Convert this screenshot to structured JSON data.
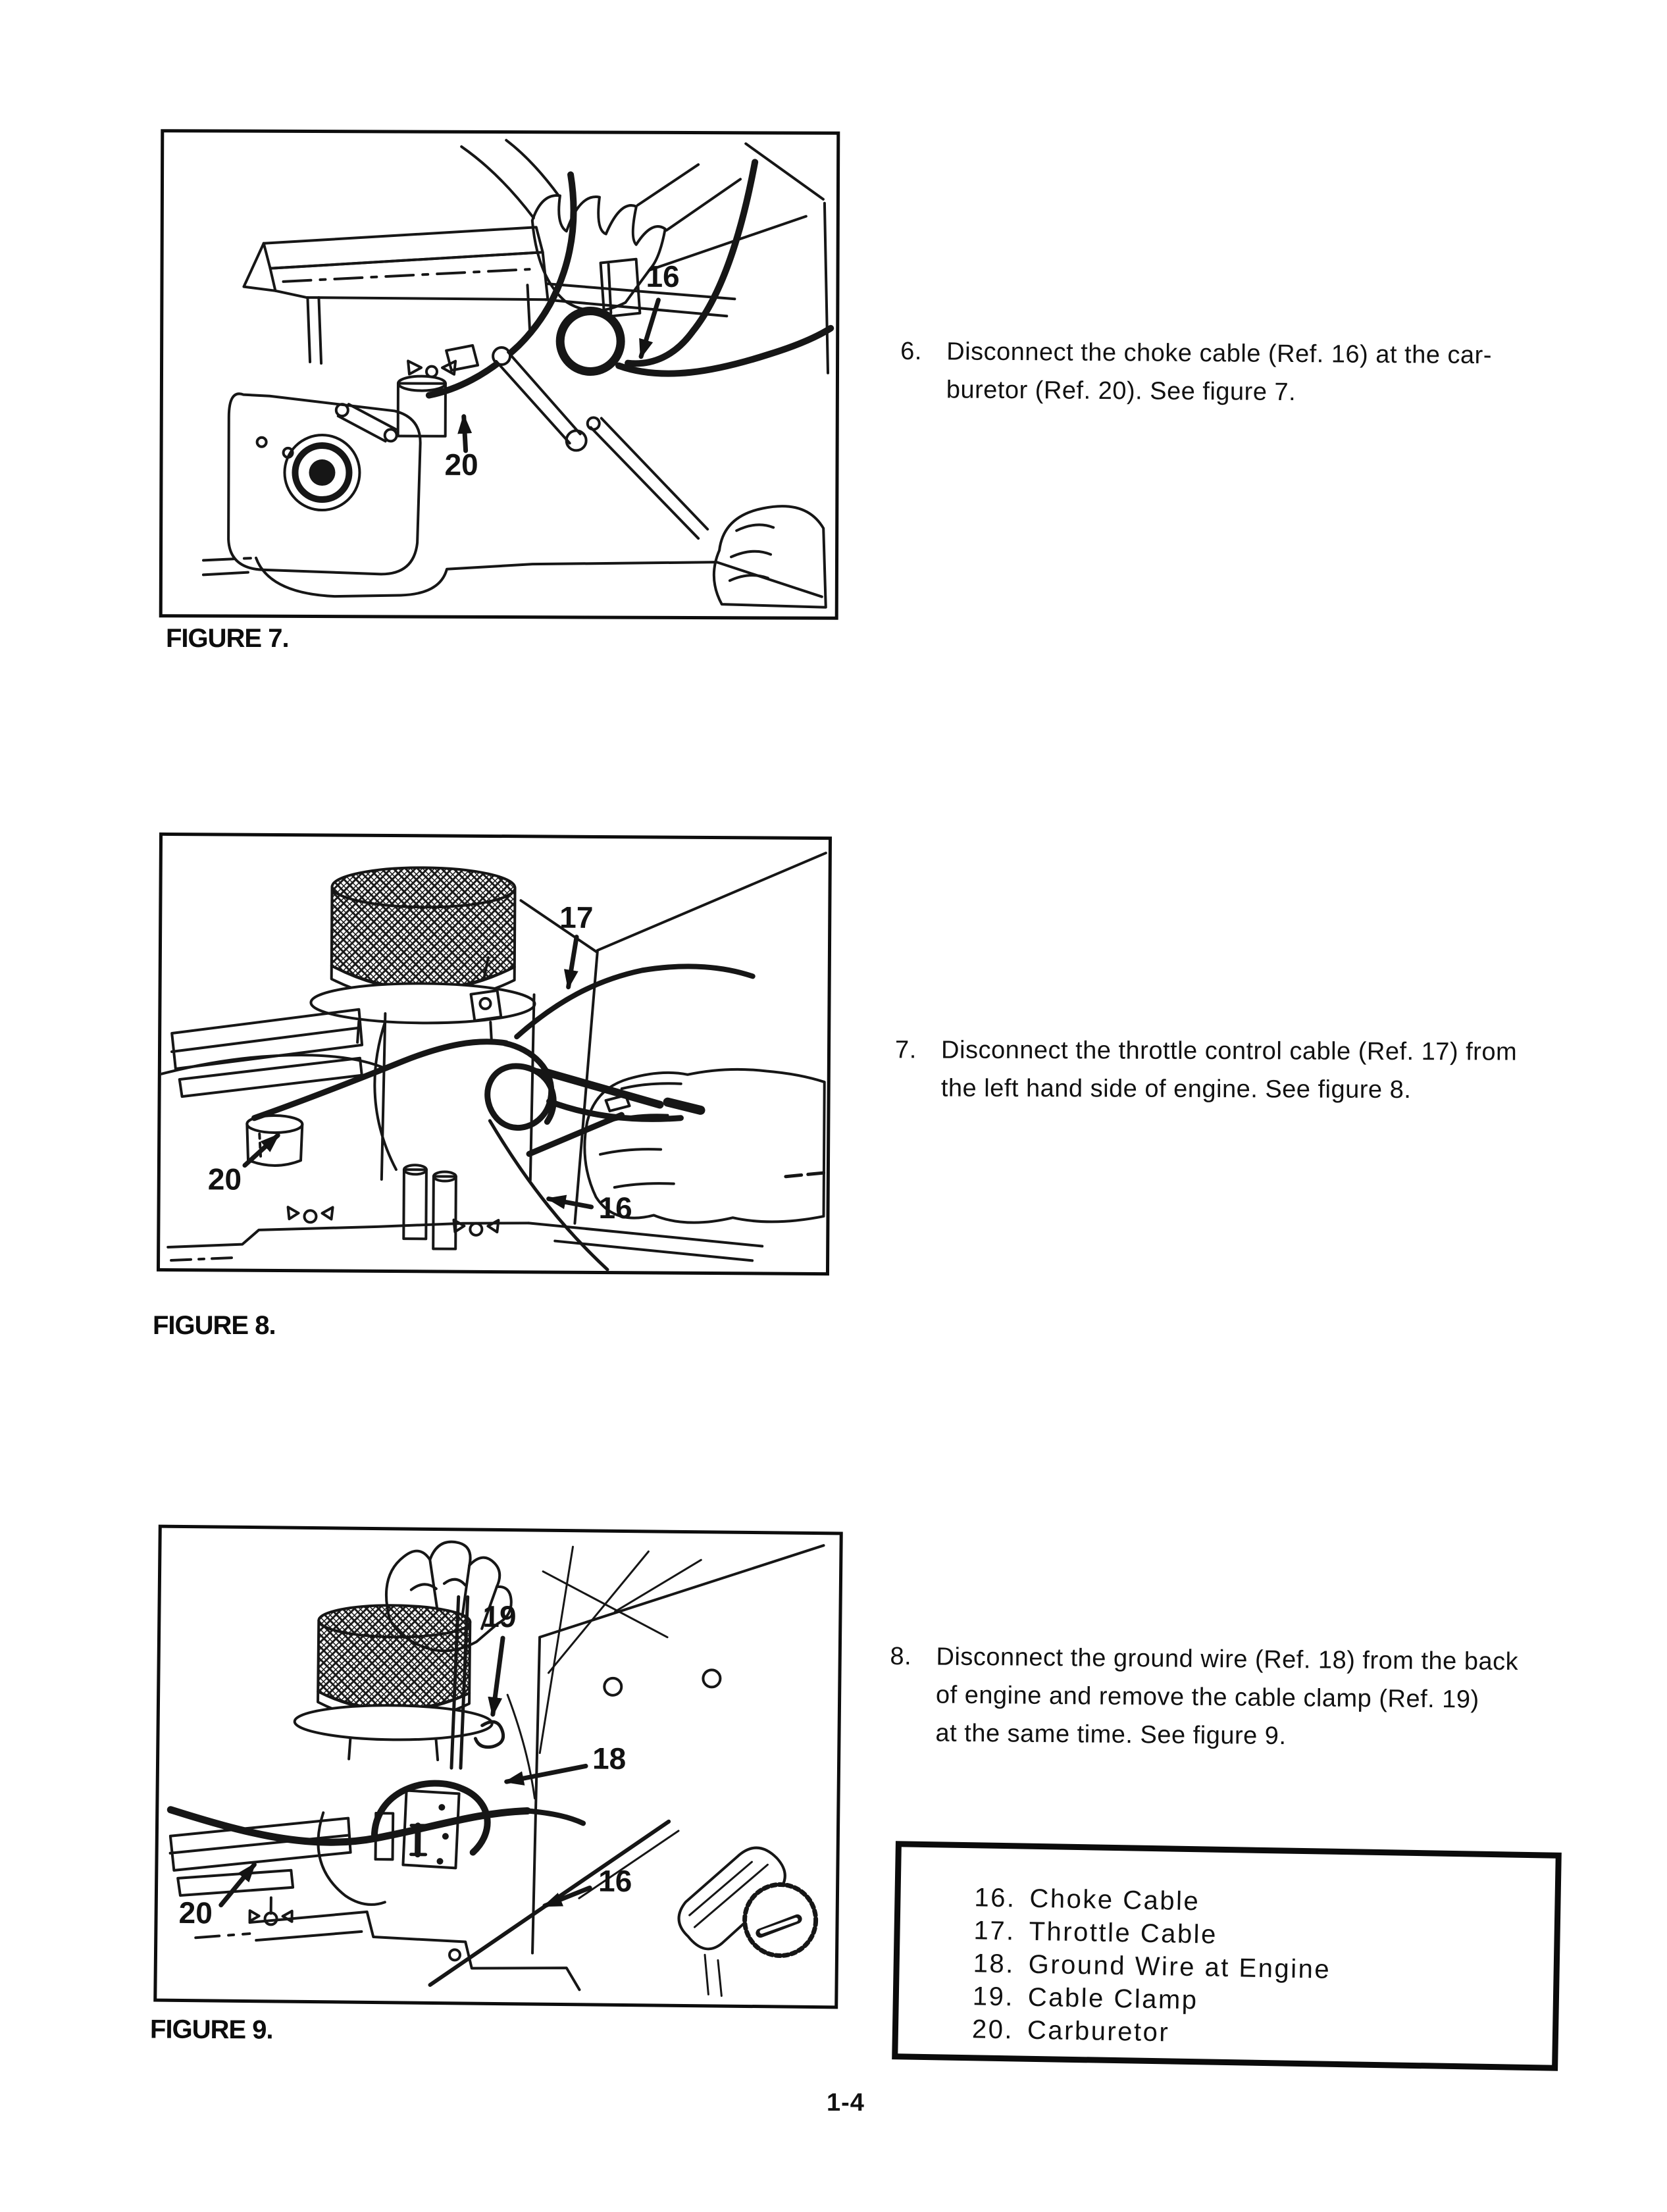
{
  "doc": {
    "page_number": "1-4"
  },
  "figures": [
    {
      "caption": "FIGURE 7.",
      "callouts": [
        "16",
        "20"
      ]
    },
    {
      "caption": "FIGURE 8.",
      "callouts": [
        "17",
        "20",
        "16"
      ]
    },
    {
      "caption": "FIGURE 9.",
      "callouts": [
        "19",
        "18",
        "16",
        "20"
      ]
    }
  ],
  "steps": [
    {
      "number": "6.",
      "line1": "Disconnect the choke cable (Ref. 16) at the car-",
      "line2": "buretor (Ref. 20). See figure 7."
    },
    {
      "number": "7.",
      "line1": "Disconnect the throttle control cable (Ref. 17) from",
      "line2": "the left hand side of engine. See figure 8."
    },
    {
      "number": "8.",
      "line1": "Disconnect the ground wire (Ref. 18) from the back",
      "line2": "of engine and remove the cable clamp (Ref. 19)",
      "line3": "at the same time. See figure 9."
    }
  ],
  "legend": {
    "items": [
      {
        "num": "16.",
        "label": "Choke Cable"
      },
      {
        "num": "17.",
        "label": "Throttle Cable"
      },
      {
        "num": "18.",
        "label": "Ground Wire at Engine"
      },
      {
        "num": "19.",
        "label": "Cable Clamp"
      },
      {
        "num": "20.",
        "label": "Carburetor"
      }
    ]
  }
}
